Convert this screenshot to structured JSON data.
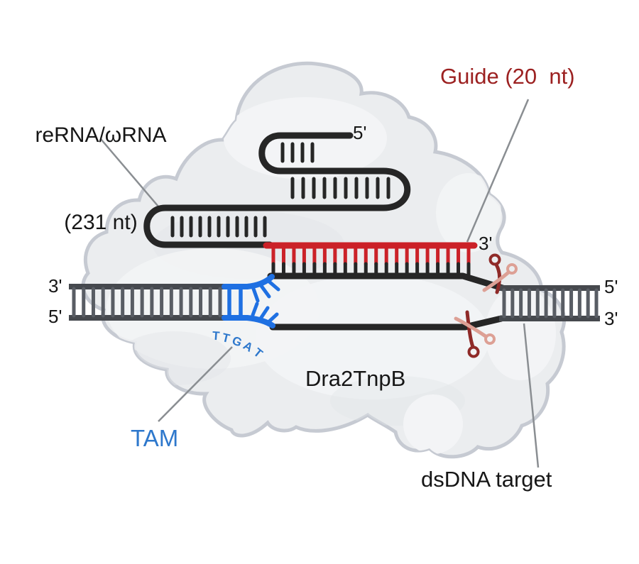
{
  "figure": {
    "title": "TnpB ribonucleoprotein targeting diagram",
    "protein_label": "Dra2TnpB",
    "labels": {
      "rerna_line1": "reRNA/ωRNA",
      "rerna_line2": "(231 nt)",
      "guide": "Guide (20  nt)",
      "tam": "TAM",
      "dsdna": "dsDNA target"
    },
    "prime_labels": {
      "rna_5prime": "5'",
      "guide_3prime": "3'",
      "left_dsdna_top": "3'",
      "left_dsdna_bottom": "5'",
      "right_dsdna_top": "5'",
      "right_dsdna_bottom": "3'"
    },
    "tam_sequence": "TTGAT",
    "counts": {
      "hairpin_row1_ticks": 4,
      "hairpin_row2_ticks": 10,
      "hairpin_row3_ticks": 11,
      "guide_basepairs": 20,
      "left_dsdna_rungs": 16,
      "tam_rungs": 2,
      "tam_fan_ticks_top": 3,
      "tam_fan_ticks_bottom": 3,
      "right_dsdna_rungs": 12
    },
    "colors": {
      "rna_black": "#262626",
      "guide_red": "#cb2128",
      "guide_label_red": "#9c2121",
      "tam_blue": "#1f70e2",
      "tam_text_blue": "#2e78cc",
      "dna_gray_dark": "#46494e",
      "dna_gray_rung": "#595d64",
      "protein_fill": "#ebedef",
      "protein_stroke": "#c6cad2",
      "pointer_gray": "#8a8e92",
      "scissors_dark": "#8f2a28",
      "scissors_light": "#dda095",
      "text_black": "#161616"
    }
  }
}
